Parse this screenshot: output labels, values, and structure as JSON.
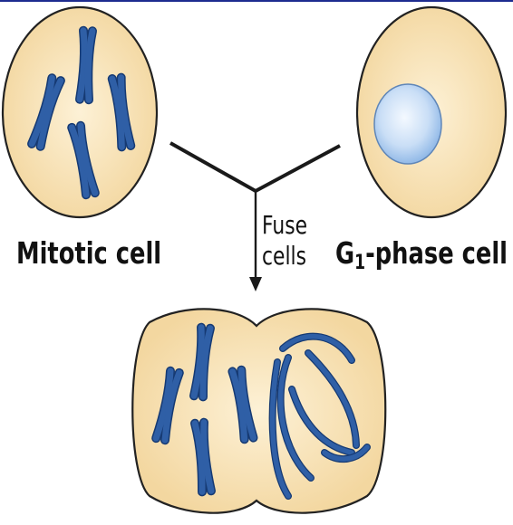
{
  "labels": {
    "left_cell": "Mitotic cell",
    "right_cell_prefix": "G",
    "right_cell_subscript": "1",
    "right_cell_suffix": "-phase cell",
    "fuse_line1": "Fuse",
    "fuse_line2": "cells"
  },
  "colors": {
    "cytoplasm": "#f6dfae",
    "cell_outline": "#222222",
    "chromosome": "#2f5fa6",
    "chromosome_outline": "#163a73",
    "nucleus_inner": "#f2f8ff",
    "nucleus_outer": "#9ec2ea",
    "arrow": "#1a1a1a",
    "top_rule": "#1d2b8f"
  }
}
